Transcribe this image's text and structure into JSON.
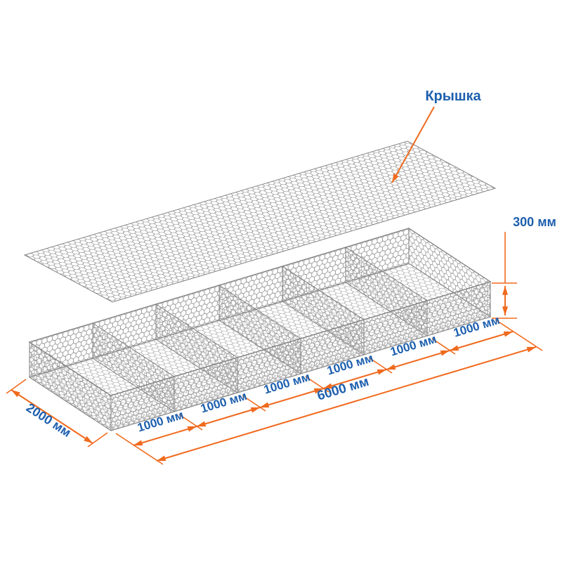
{
  "colors": {
    "dimension": "#f06a1e",
    "label": "#1d5fae",
    "mesh": "#9a9a9a",
    "edge": "#828282",
    "background": "#ffffff"
  },
  "labels": {
    "lid": "Крышка",
    "height": "300 мм",
    "width": "2000 мм",
    "length": "6000 мм"
  },
  "cells": [
    {
      "label": "1000 мм"
    },
    {
      "label": "1000 мм"
    },
    {
      "label": "1000 мм"
    },
    {
      "label": "1000 мм"
    },
    {
      "label": "1000 мм"
    },
    {
      "label": "1000 мм"
    }
  ]
}
